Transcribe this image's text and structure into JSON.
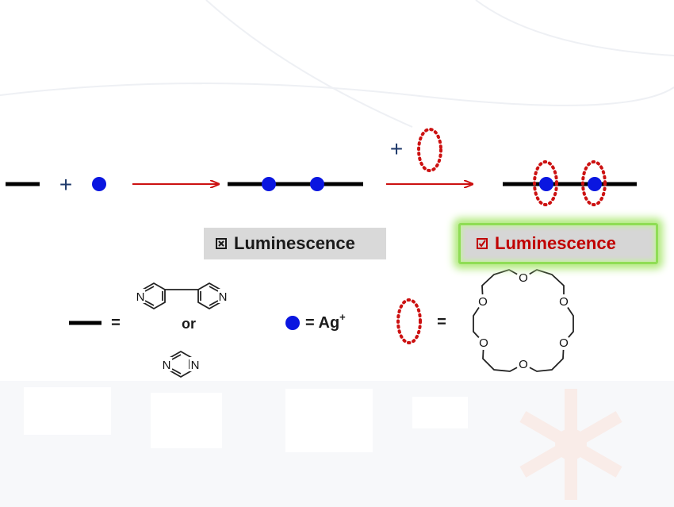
{
  "labels": {
    "luminescence_off": "Luminescence",
    "luminescence_on": "Luminescence",
    "plus_1": "+",
    "plus_2": "+",
    "equals_ligand": "=",
    "or": "or",
    "equals_ag": "= Ag",
    "ag_charge": "+",
    "equals_crown": "=",
    "bipyridine_n_left": "N",
    "bipyridine_n_right": "N",
    "pyrazine_n_left": "N",
    "pyrazine_n_right": "N",
    "crown_oxygens": [
      "O",
      "O",
      "O",
      "O",
      "O",
      "O"
    ]
  },
  "icons": {
    "luminescence_off": "x-box-icon",
    "luminescence_on": "check-box-icon"
  },
  "colors": {
    "ag_ion": "#0a16e0",
    "arrow": "#cc1111",
    "crown_dots": "#cc1111",
    "ligand": "#000000",
    "text_dark": "#1a1a1a",
    "lum_on_text": "#c00000",
    "glow": "#8fdd55"
  }
}
